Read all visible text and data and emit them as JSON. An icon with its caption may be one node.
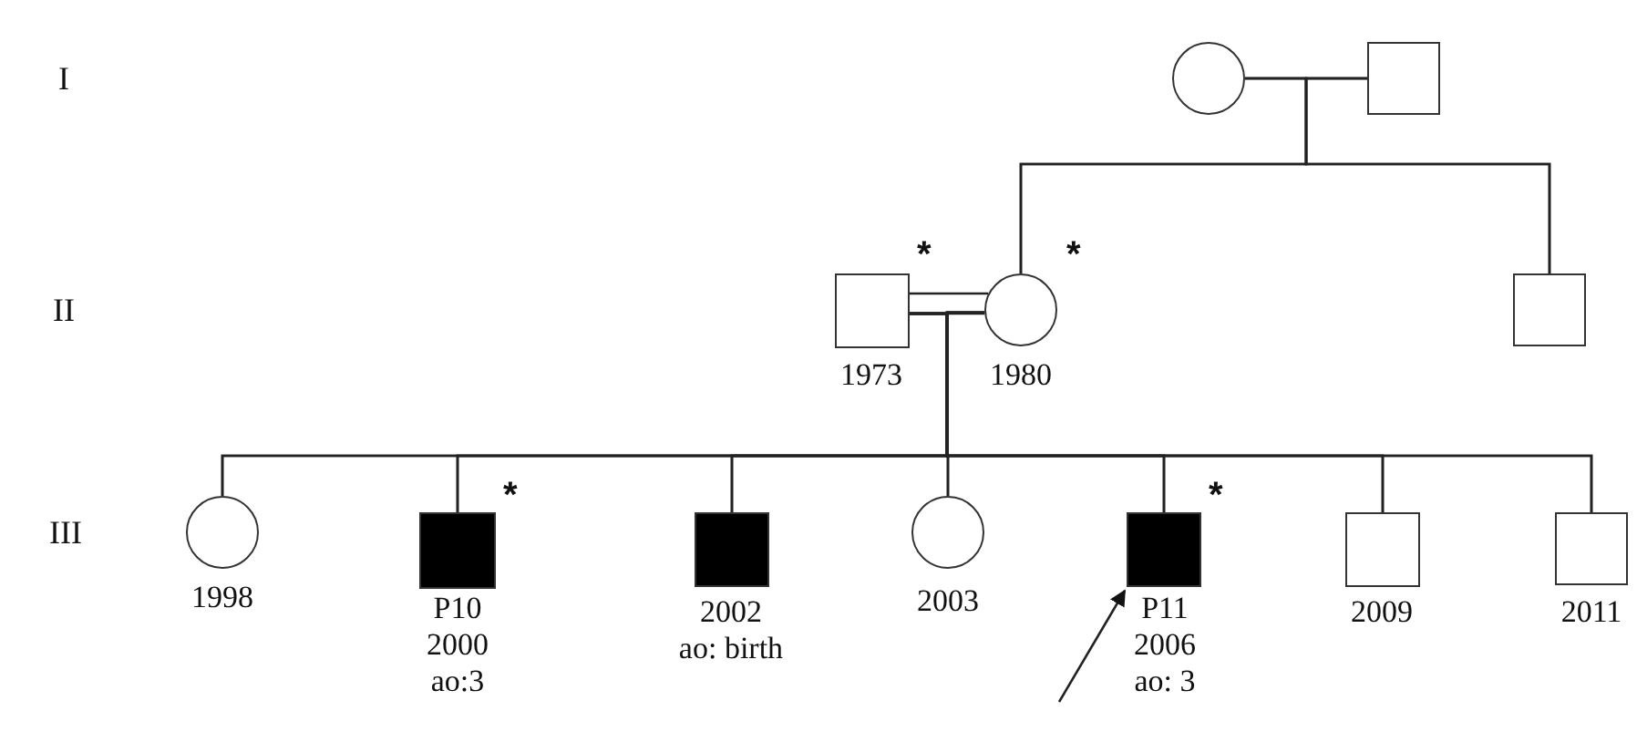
{
  "diagram": {
    "nodes": [
      {
        "text": [],
        "shape": "circle"
      },
      {
        "text": [],
        "shape": "box"
      },
      {
        "text": [],
        "shape": "box",
        "beside": [
          "*",
          "1973"
        ]
      },
      {
        "text": [],
        "shape": "circle",
        "beside": [
          "*",
          "1980"
        ]
      },
      {
        "text": [],
        "shape": "box"
      },
      {
        "text": [],
        "shape": "circle",
        "beside": [
          "1998"
        ]
      },
      {
        "text": [],
        "shape": "filled-box",
        "beside": [
          "*",
          "P10 2000 ao:3"
        ]
      },
      {
        "text": [],
        "shape": "filled-box",
        "beside": [
          "2002 ao: birth"
        ]
      },
      {
        "text": [],
        "shape": "circle",
        "beside": [
          "2003"
        ]
      },
      {
        "text": [],
        "shape": "filled-box",
        "beside": [
          "*",
          "P11 2006 ao: 3"
        ]
      },
      {
        "text": [],
        "shape": "box",
        "beside": [
          "2009"
        ]
      },
      {
        "text": [],
        "shape": "box",
        "beside": [
          "2011"
        ]
      }
    ],
    "edges": [
      {
        "from": 0,
        "to": 1,
        "arrow": "none"
      },
      {
        "from": 0,
        "to": 3,
        "arrow": "none"
      },
      {
        "from": 1,
        "to": 3,
        "arrow": "none"
      },
      {
        "from": 0,
        "to": 4,
        "arrow": "none"
      },
      {
        "from": 1,
        "to": 4,
        "arrow": "none"
      },
      {
        "from": 2,
        "to": 3,
        "arrow": "none"
      },
      {
        "from": 2,
        "to": 3,
        "arrow": "none"
      },
      {
        "from": 2,
        "to": 5,
        "arrow": "none"
      },
      {
        "from": 3,
        "to": 5,
        "arrow": "none"
      },
      {
        "from": 2,
        "to": 6,
        "arrow": "none"
      },
      {
        "from": 3,
        "to": 6,
        "arrow": "none"
      },
      {
        "from": 2,
        "to": 7,
        "arrow": "none"
      },
      {
        "from": 3,
        "to": 7,
        "arrow": "none"
      },
      {
        "from": 2,
        "to": 8,
        "arrow": "none"
      },
      {
        "from": 3,
        "to": 8,
        "arrow": "none"
      },
      {
        "from": 2,
        "to": 9,
        "arrow": "none"
      },
      {
        "from": 3,
        "to": 9,
        "arrow": "none"
      },
      {
        "from": 2,
        "to": 10,
        "arrow": "none"
      },
      {
        "from": 3,
        "to": 10,
        "arrow": "none"
      },
      {
        "from": 2,
        "to": 11,
        "arrow": "none"
      },
      {
        "from": 3,
        "to": 11,
        "arrow": "none"
      },
      {
        "from": null,
        "to": 9,
        "arrow": "to"
      }
    ],
    "labels": [
      "I",
      "II",
      "III"
    ]
  }
}
